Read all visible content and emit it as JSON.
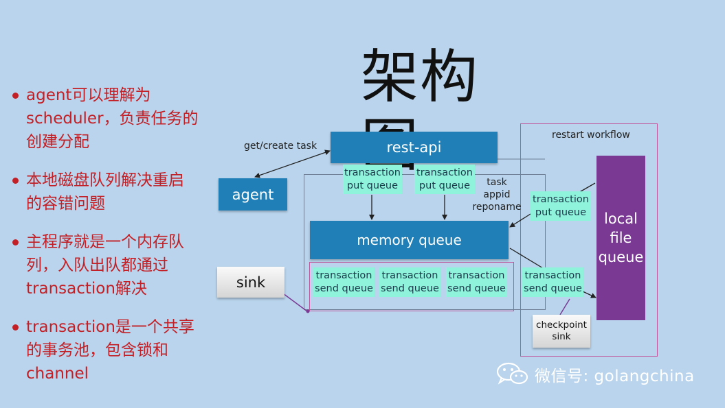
{
  "title": "架构图",
  "bullets": [
    [
      "agent可以理解为",
      "scheduler，负责任务的",
      "创建分配"
    ],
    [
      "本地磁盘队列解决重启",
      "的容错问题"
    ],
    [
      "主程序就是一个内存队",
      "列，入队出队都通过",
      "transaction解决"
    ],
    [
      "transaction是一个共享",
      "的事务池，包含锁和",
      "channel"
    ]
  ],
  "diagram": {
    "rest_api": "rest-api",
    "agent": "agent",
    "memory_queue": "memory queue",
    "sink": "sink",
    "get_create_task": "get/create task",
    "task_fields": [
      "task",
      "appid",
      "reponame"
    ],
    "put_queue_1": [
      "transaction",
      "put queue"
    ],
    "put_queue_2": [
      "transaction",
      "put queue"
    ],
    "put_queue_3": [
      "transaction",
      "put queue"
    ],
    "send_queue_1": [
      "transaction",
      "send queue"
    ],
    "send_queue_2": [
      "transaction",
      "send queue"
    ],
    "send_queue_3": [
      "transaction",
      "send queue"
    ],
    "send_queue_4": [
      "transaction",
      "send queue"
    ],
    "restart_workflow": "restart workflow",
    "local_file_queue": [
      "local",
      "file",
      "queue"
    ],
    "checkpoint_sink": [
      "checkpoint",
      "sink"
    ]
  },
  "watermark": "微信号: golangchina",
  "colors": {
    "background": "#b9d4ec",
    "bullet_text": "#c22026",
    "box_blue": "#1f7fb6",
    "box_cyan": "#8ff3dc",
    "box_purple": "#7a3a93",
    "frame_pink": "#c0559b"
  }
}
